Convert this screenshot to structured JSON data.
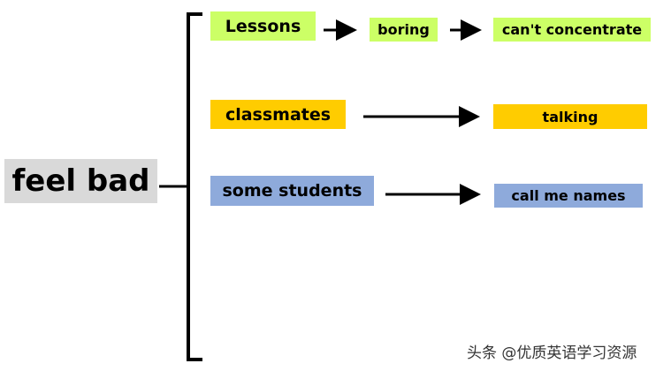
{
  "colors": {
    "green": "#ccff66",
    "orange": "#ffcc00",
    "blue": "#8eaadb",
    "gray": "#d9d9d9",
    "line": "#000000"
  },
  "root": {
    "label": "feel bad"
  },
  "branches": [
    {
      "label": "Lessons",
      "steps": [
        "boring",
        "can't concentrate"
      ]
    },
    {
      "label": "classmates",
      "steps": [
        "talking"
      ]
    },
    {
      "label": "some students",
      "steps": [
        "call me names"
      ]
    }
  ],
  "watermark": "头条 @优质英语学习资源"
}
